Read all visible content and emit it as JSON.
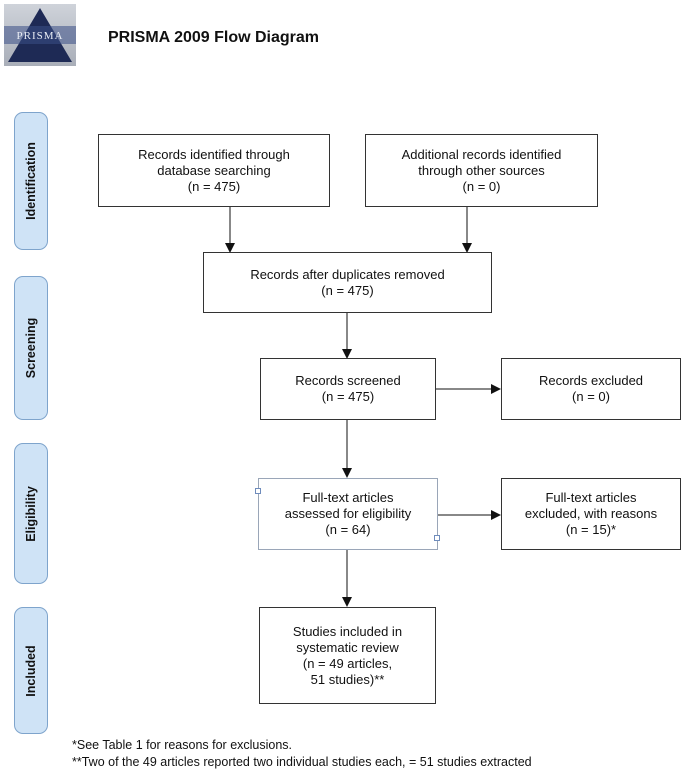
{
  "header": {
    "logo_text": "PRISMA",
    "title": "PRISMA 2009 Flow Diagram"
  },
  "phases": {
    "identification": "Identification",
    "screening": "Screening",
    "eligibility": "Eligibility",
    "included": "Included"
  },
  "boxes": {
    "database_search": "Records identified through\ndatabase searching\n(n = 475)",
    "other_sources": "Additional records identified\nthrough other sources\n(n = 0)",
    "after_duplicates": "Records after duplicates removed\n(n = 475)",
    "screened": "Records screened\n(n = 475)",
    "excluded": "Records excluded\n(n = 0)",
    "fulltext_assessed": "Full-text articles\nassessed for eligibility\n(n = 64)",
    "fulltext_excluded": "Full-text articles\nexcluded, with reasons\n(n = 15)*",
    "included_studies": "Studies included in\nsystematic review\n(n = 49 articles,\n51 studies)**"
  },
  "footnotes": {
    "note1": "*See Table 1 for reasons for exclusions.",
    "note2": "**Two of the 49 articles reported two individual studies each, = 51 studies extracted"
  },
  "colors": {
    "phase_fill": "#cfe3f6",
    "phase_border": "#7ea4cc",
    "box_border": "#333333",
    "arrow": "#111111"
  }
}
